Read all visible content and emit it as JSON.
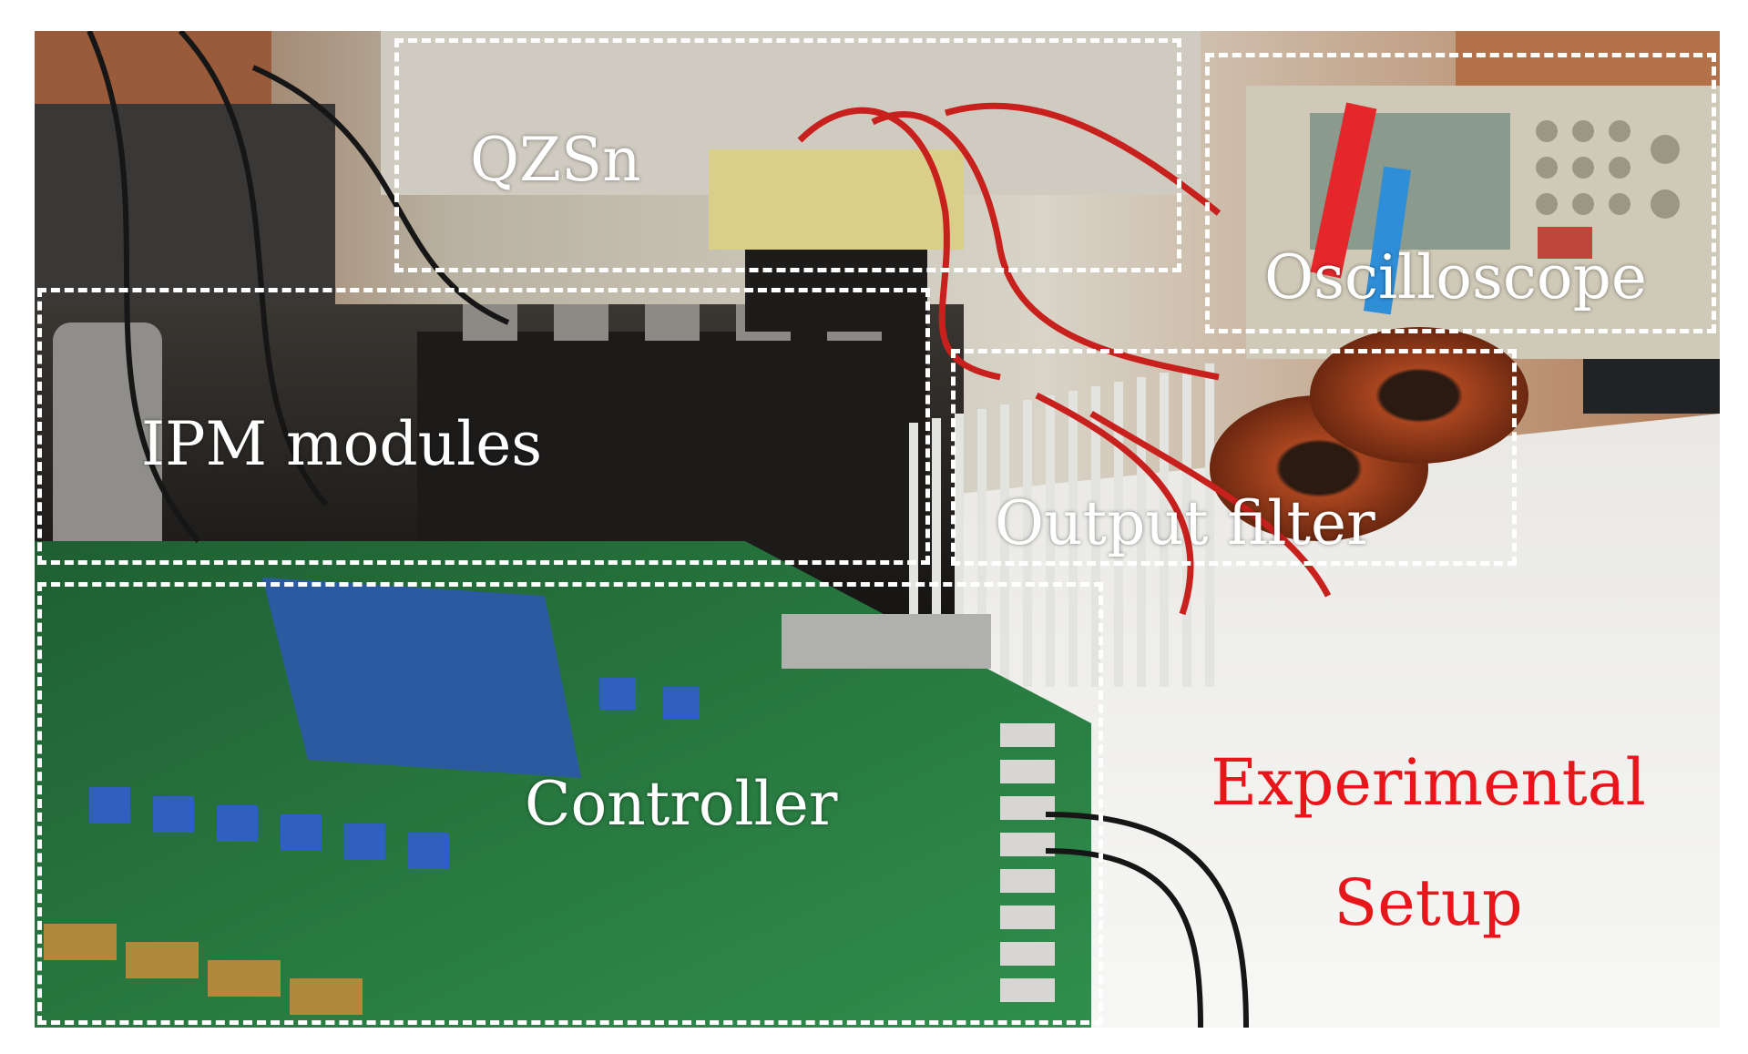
{
  "figure": {
    "regions": [
      {
        "label": "QZSn"
      },
      {
        "label": "Oscilloscope"
      },
      {
        "label": "IPM modules"
      },
      {
        "label": "Output filter"
      },
      {
        "label": "Controller"
      }
    ],
    "caption": {
      "line1": "Experimental",
      "line2": "Setup",
      "color": "#e8161b"
    },
    "box_color": "#ffffff",
    "label_color": "#ffffff"
  }
}
